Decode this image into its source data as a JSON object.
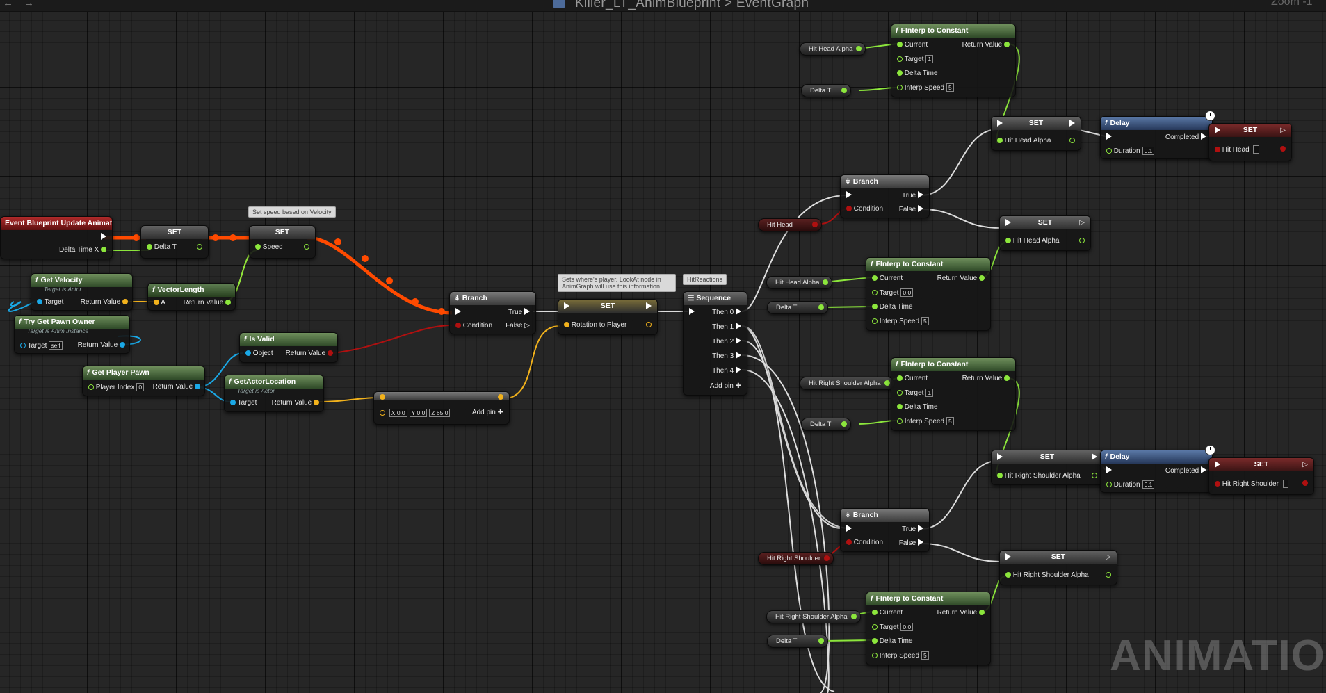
{
  "window": {
    "breadcrumb": "Killer_LT_AnimBlueprint",
    "graph": "EventGraph",
    "zoom_label": "Zoom -1"
  },
  "watermark": "ANIMATION",
  "comments": {
    "speed": "Set speed based on Velocity",
    "rotation": "Sets where's player. LookAt node in AnimGraph will use this information.",
    "hitreactions": "HitReactions"
  },
  "nodes": {
    "event_update": {
      "title": "Event Blueprint Update Animation",
      "out": "Delta Time X"
    },
    "set_delta": {
      "title": "SET",
      "pin": "Delta T"
    },
    "set_speed": {
      "title": "SET",
      "pin": "Speed"
    },
    "get_velocity": {
      "title": "Get Velocity",
      "sub": "Target is Actor",
      "in": "Target",
      "out": "Return Value"
    },
    "vector_length": {
      "title": "VectorLength",
      "in": "A",
      "out": "Return Value"
    },
    "try_pawn": {
      "title": "Try Get Pawn Owner",
      "sub": "Target is Anim Instance",
      "in": "Target",
      "self": "self",
      "out": "Return Value"
    },
    "is_valid": {
      "title": "Is Valid",
      "in": "Object",
      "out": "Return Value"
    },
    "get_player_pawn": {
      "title": "Get Player Pawn",
      "in": "Player Index",
      "idx": "0",
      "out": "Return Value"
    },
    "get_actor_loc": {
      "title": "GetActorLocation",
      "sub": "Target is Actor",
      "in": "Target",
      "out": "Return Value"
    },
    "add_vec": {
      "x": "0.0",
      "y": "0.0",
      "z": "65.0",
      "addpin": "Add pin"
    },
    "branch_main": {
      "title": "Branch",
      "true": "True",
      "false": "False",
      "cond": "Condition"
    },
    "set_rotation": {
      "title": "SET",
      "pin": "Rotation to Player"
    },
    "sequence": {
      "title": "Sequence",
      "pins": [
        "Then 0",
        "Then 1",
        "Then 2",
        "Then 3",
        "Then 4"
      ],
      "addpin": "Add pin"
    },
    "finterp_1": {
      "title": "FInterp to Constant",
      "current": "Current",
      "target": "Target",
      "target_val": "1",
      "delta": "Delta Time",
      "speed": "Interp Speed",
      "speed_val": "5",
      "out": "Return Value"
    },
    "finterp_2": {
      "title": "FInterp to Constant",
      "current": "Current",
      "target": "Target",
      "target_val": "0.0",
      "delta": "Delta Time",
      "speed": "Interp Speed",
      "speed_val": "5",
      "out": "Return Value"
    },
    "finterp_3": {
      "title": "FInterp to Constant",
      "current": "Current",
      "target": "Target",
      "target_val": "1",
      "delta": "Delta Time",
      "speed": "Interp Speed",
      "speed_val": "5",
      "out": "Return Value"
    },
    "finterp_4": {
      "title": "FInterp to Constant",
      "current": "Current",
      "target": "Target",
      "target_val": "0.0",
      "delta": "Delta Time",
      "speed": "Interp Speed",
      "speed_val": "5",
      "out": "Return Value"
    },
    "set_hha_1": {
      "title": "SET",
      "pin": "Hit Head Alpha"
    },
    "set_hha_2": {
      "title": "SET",
      "pin": "Hit Head Alpha"
    },
    "set_hrsa_1": {
      "title": "SET",
      "pin": "Hit Right Shoulder Alpha"
    },
    "set_hrsa_2": {
      "title": "SET",
      "pin": "Hit Right Shoulder Alpha"
    },
    "delay_1": {
      "title": "Delay",
      "completed": "Completed",
      "duration": "Duration",
      "dur_val": "0.1"
    },
    "delay_2": {
      "title": "Delay",
      "completed": "Completed",
      "duration": "Duration",
      "dur_val": "0.1"
    },
    "set_hh": {
      "title": "SET",
      "pin": "Hit Head"
    },
    "set_hrs": {
      "title": "SET",
      "pin": "Hit Right Shoulder"
    },
    "branch_head": {
      "title": "Branch",
      "true": "True",
      "false": "False",
      "cond": "Condition"
    },
    "branch_shoulder": {
      "title": "Branch",
      "true": "True",
      "false": "False",
      "cond": "Condition"
    }
  },
  "getters": {
    "hit_head_alpha_a": "Hit Head Alpha",
    "delta_t_a": "Delta T",
    "hit_head": "Hit Head",
    "hit_head_alpha_b": "Hit Head Alpha",
    "delta_t_b": "Delta T",
    "hrsa_a": "Hit Right Shoulder Alpha",
    "delta_t_c": "Delta T",
    "hit_right_shoulder": "Hit Right Shoulder",
    "hrsa_b": "Hit Right Shoulder Alpha",
    "delta_t_d": "Delta T"
  },
  "colors": {
    "exec": "#ffffff",
    "float": "#8ce63c",
    "object": "#1aa8e6",
    "vector": "#f2b21c",
    "bool": "#b01010",
    "active_wire": "#ff4a00"
  }
}
